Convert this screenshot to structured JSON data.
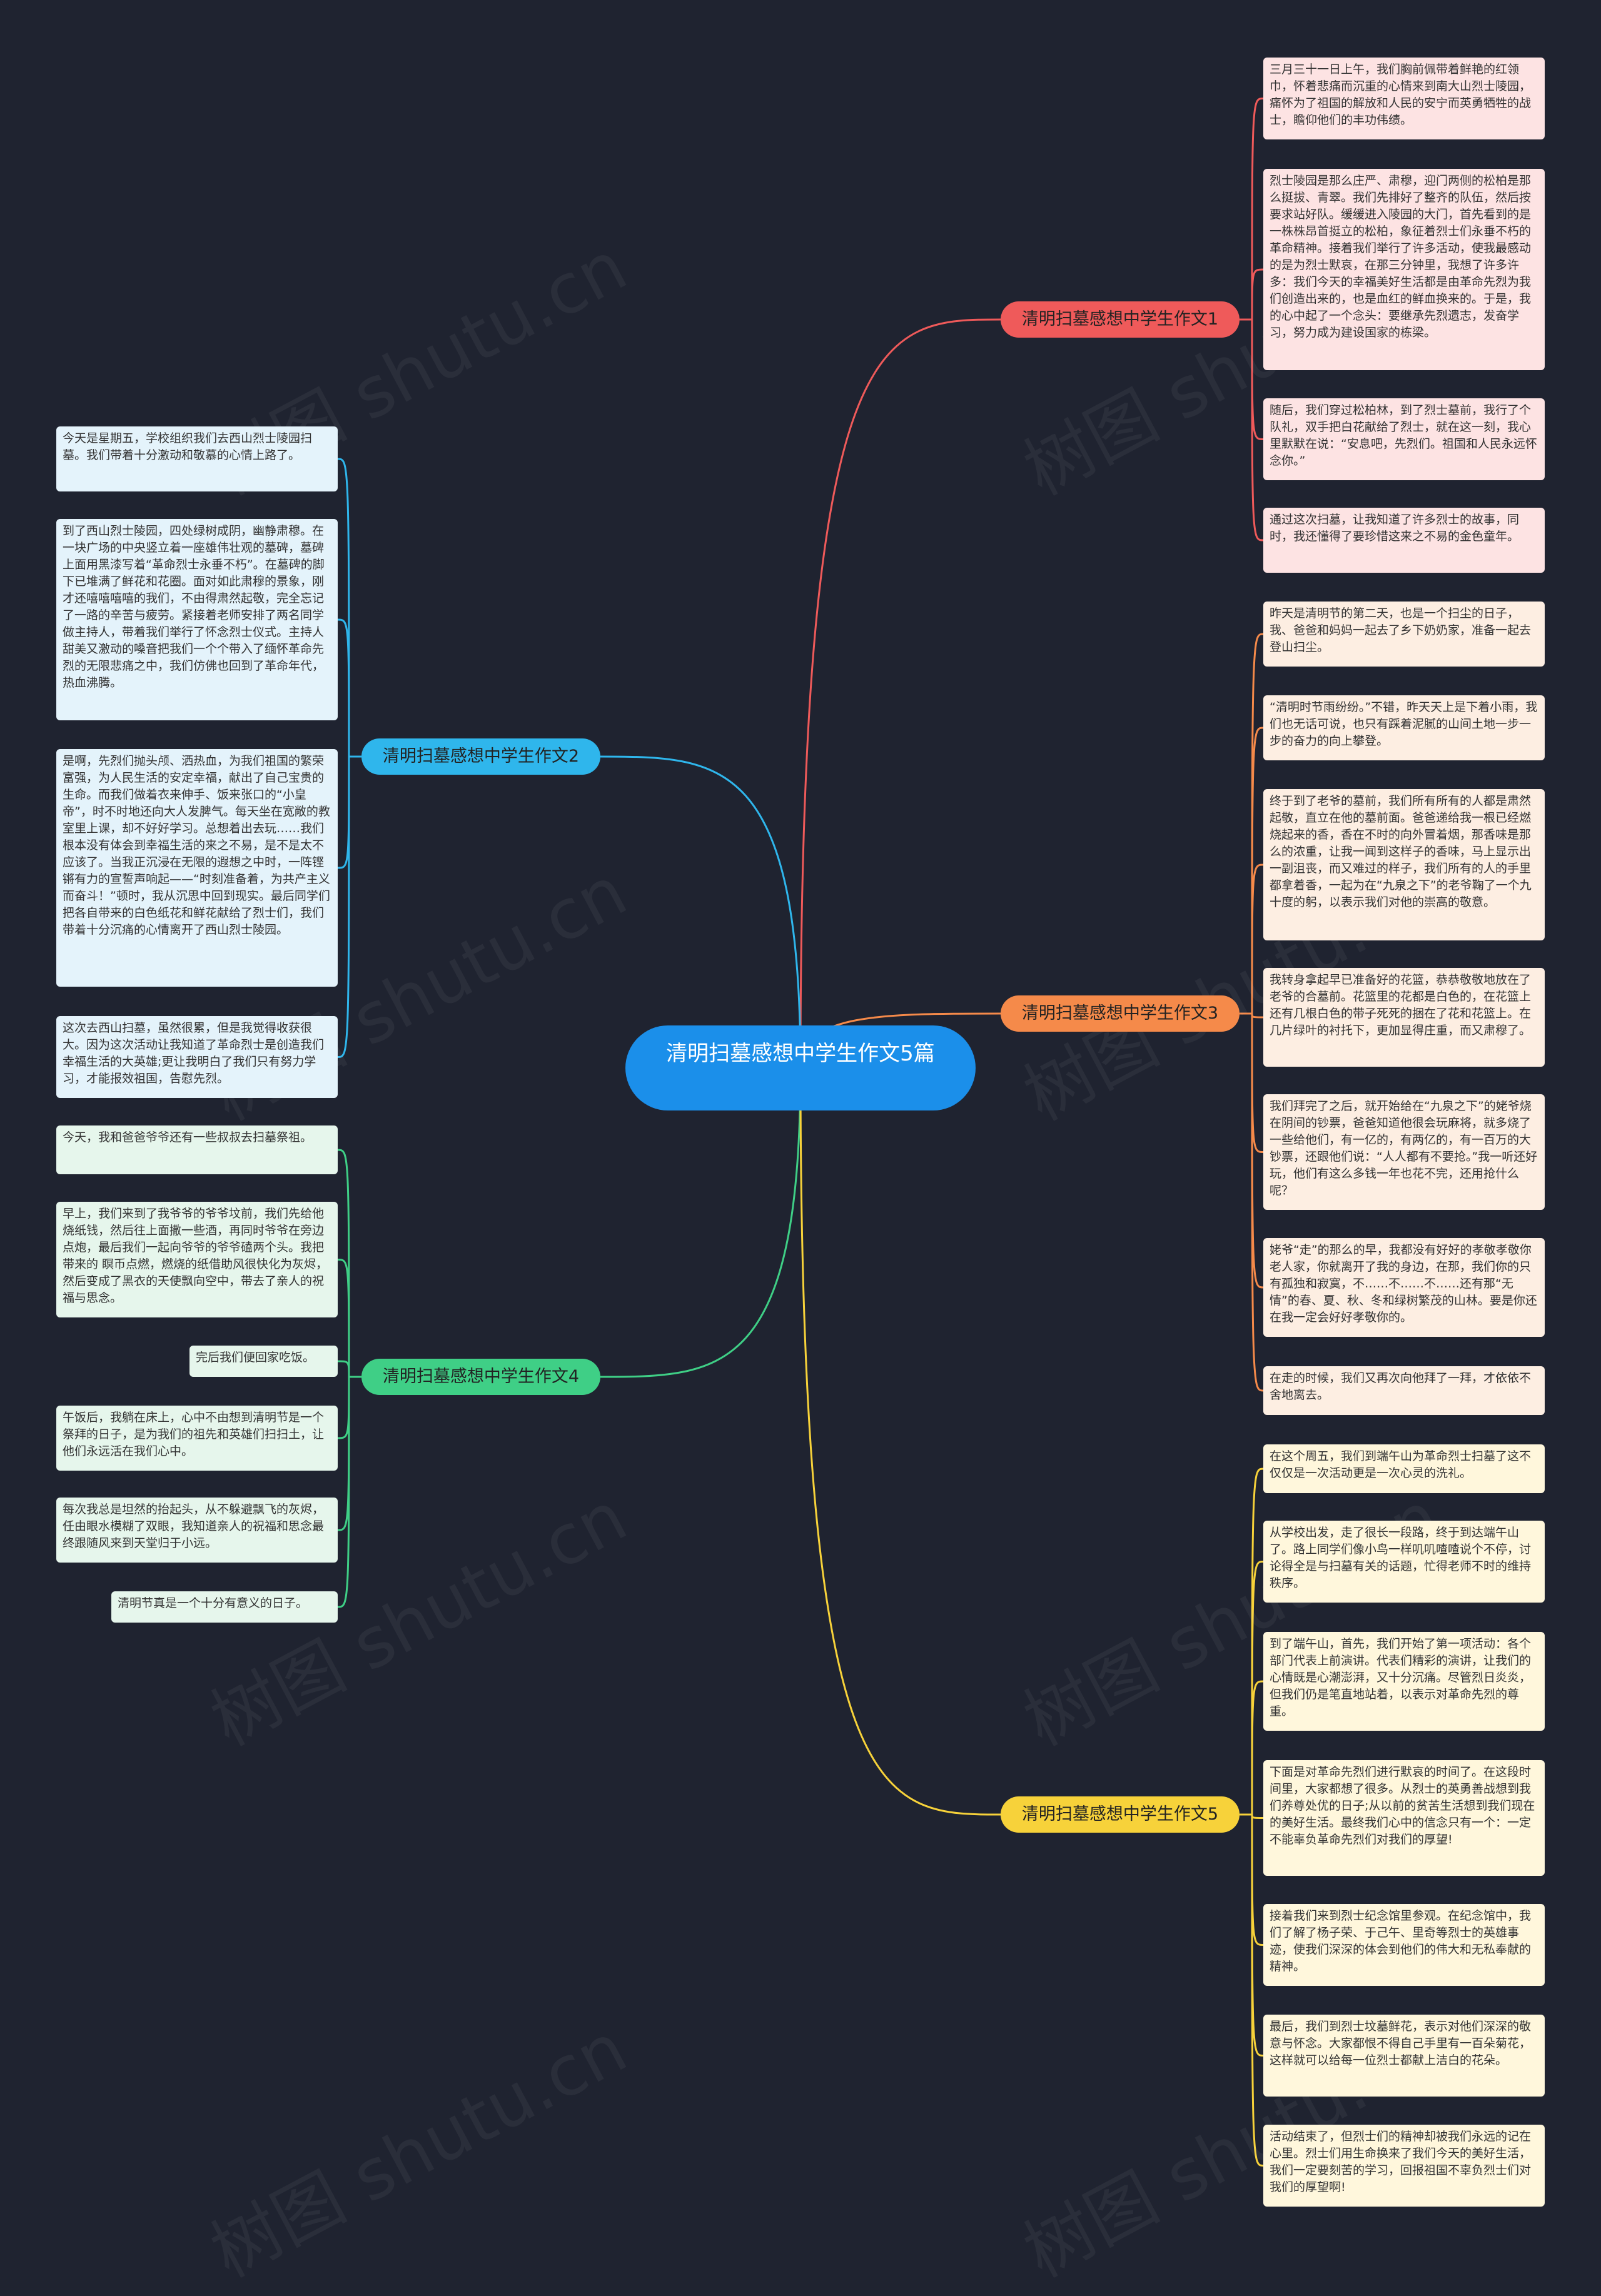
{
  "root": {
    "title": "清明扫墓感想中学生作文5篇"
  },
  "watermark": "树图 shutu.cn",
  "colors": {
    "background": "#1f2330",
    "root": "#1b8fea",
    "branch1": "#ef5a5a",
    "branch2": "#2fb6ec",
    "branch3": "#f58a4a",
    "branch4": "#3fcf86",
    "branch5": "#f7d23a"
  },
  "branches": {
    "b1": {
      "label": "清明扫墓感想中学生作文1",
      "items": [
        "三月三十一日上午，我们胸前佩带着鲜艳的红领巾，怀着悲痛而沉重的心情来到南大山烈士陵园，痛怀为了祖国的解放和人民的安宁而英勇牺牲的战士，瞻仰他们的丰功伟绩。",
        "烈士陵园是那么庄严、肃穆，迎门两侧的松柏是那么挺拔、青翠。我们先排好了整齐的队伍，然后按要求站好队。缓缓进入陵园的大门，首先看到的是一株株昂首挺立的松柏，象征着烈士们永垂不朽的革命精神。接着我们举行了许多活动，使我最感动的是为烈士默哀，在那三分钟里，我想了许多许多：我们今天的幸福美好生活都是由革命先烈为我们创造出来的，也是血红的鲜血换来的。于是，我的心中起了一个念头：要继承先烈遗志，发奋学习，努力成为建设国家的栋梁。",
        "随后，我们穿过松柏林，到了烈士墓前，我行了个队礼，双手把白花献给了烈士，就在这一刻，我心里默默在说：“安息吧，先烈们。祖国和人民永远怀念你。”",
        "通过这次扫墓，让我知道了许多烈士的故事，同时，我还懂得了要珍惜这来之不易的金色童年。"
      ]
    },
    "b2": {
      "label": "清明扫墓感想中学生作文2",
      "items": [
        "今天是星期五，学校组织我们去西山烈士陵园扫墓。我们带着十分激动和敬慕的心情上路了。",
        "到了西山烈士陵园，四处绿树成阴，幽静肃穆。在一块广场的中央竖立着一座雄伟壮观的墓碑，墓碑上面用黑漆写着“革命烈士永垂不朽”。在墓碑的脚下已堆满了鲜花和花圈。面对如此肃穆的景象，刚才还嘻嘻嘻嘻的我们，不由得肃然起敬，完全忘记了一路的辛苦与疲劳。紧接着老师安排了两名同学做主持人，带着我们举行了怀念烈士仪式。主持人甜美又激动的嗓音把我们一个个带入了缅怀革命先烈的无限悲痛之中，我们仿佛也回到了革命年代，热血沸腾。",
        "是啊，先烈们抛头颅、洒热血，为我们祖国的繁荣富强，为人民生活的安定幸福，献出了自己宝贵的生命。而我们做着衣来伸手、饭来张口的“小皇帝”，时不时地还向大人发脾气。每天坐在宽敞的教室里上课，却不好好学习。总想着出去玩……我们根本没有体会到幸福生活的来之不易，是不是太不应该了。当我正沉浸在无限的遐想之中时，一阵铿锵有力的宣誓声响起——“时刻准备着，为共产主义而奋斗！”顿时，我从沉思中回到现实。最后同学们把各自带来的白色纸花和鲜花献给了烈士们，我们带着十分沉痛的心情离开了西山烈士陵园。",
        "这次去西山扫墓，虽然很累，但是我觉得收获很大。因为这次活动让我知道了革命烈士是创造我们幸福生活的大英雄;更让我明白了我们只有努力学习，才能报效祖国，告慰先烈。"
      ]
    },
    "b3": {
      "label": "清明扫墓感想中学生作文3",
      "items": [
        "昨天是清明节的第二天，也是一个扫尘的日子，我、爸爸和妈妈一起去了乡下奶奶家，准备一起去登山扫尘。",
        "“清明时节雨纷纷。”不错，昨天天上是下着小雨，我们也无话可说，也只有踩着泥腻的山间土地一步一步的奋力的向上攀登。",
        "终于到了老爷的墓前，我们所有所有的人都是肃然起敬，直立在他的墓前面。爸爸递给我一根已经燃烧起来的香，香在不时的向外冒着烟，那香味是那么的浓重，让我一闻到这样子的香味，马上显示出一副沮丧，而又难过的样子，我们所有的人的手里都拿着香，一起为在“九泉之下”的老爷鞠了一个九十度的躬，以表示我们对他的崇高的敬意。",
        "我转身拿起早已准备好的花篮，恭恭敬敬地放在了老爷的合墓前。花篮里的花都是白色的，在花篮上还有几根白色的带子死死的捆在了花和花篮上。在几片绿叶的衬托下，更加显得庄重，而又肃穆了。",
        "我们拜完了之后，就开始给在“九泉之下”的姥爷烧在阴间的钞票，爸爸知道他很会玩麻将，就多烧了一些给他们，有一亿的，有两亿的，有一百万的大钞票，还跟他们说：“人人都有不要抢。”我一听还好玩，他们有这么多钱一年也花不完，还用抢什么呢？",
        "姥爷“走”的那么的早，我都没有好好的孝敬孝敬你老人家，你就离开了我的身边，在那，我们你的只有孤独和寂寞，不……不……不……还有那“无情”的春、夏、秋、冬和绿树繁茂的山林。要是你还在我一定会好好孝敬你的。",
        "在走的时候，我们又再次向他拜了一拜，才依依不舍地离去。"
      ]
    },
    "b4": {
      "label": "清明扫墓感想中学生作文4",
      "items": [
        "今天，我和爸爸爷爷还有一些叔叔去扫墓祭祖。",
        "早上，我们来到了我爷爷的爷爷坟前，我们先给他烧纸钱，然后往上面撒一些酒，再同时爷爷在旁边点炮，最后我们一起向爷爷的爷爷磕两个头。我把带来的 瞑币点燃，燃烧的纸借助风很快化为灰烬，然后变成了黑衣的天使飘向空中，带去了亲人的祝福与思念。",
        "完后我们便回家吃饭。",
        "午饭后，我躺在床上，心中不由想到清明节是一个祭拜的日子，是为我们的祖先和英雄们扫扫土，让他们永远活在我们心中。",
        "每次我总是坦然的抬起头，从不躲避飘飞的灰烬，任由眼水模糊了双眼，我知道亲人的祝福和思念最终跟随风来到天堂归于小远。",
        "清明节真是一个十分有意义的日子。"
      ]
    },
    "b5": {
      "label": "清明扫墓感想中学生作文5",
      "items": [
        "在这个周五，我们到端午山为革命烈士扫墓了这不仅仅是一次活动更是一次心灵的洗礼。",
        "从学校出发，走了很长一段路，终于到达端午山了。路上同学们像小鸟一样叽叽喳喳说个不停，讨论得全是与扫墓有关的话题，忙得老师不时的维持秩序。",
        "到了端午山，首先，我们开始了第一项活动：各个部门代表上前演讲。代表们精彩的演讲，让我们的心情既是心潮澎湃，又十分沉痛。尽管烈日炎炎，但我们仍是笔直地站着，以表示对革命先烈的尊重。",
        "下面是对革命先烈们进行默哀的时间了。在这段时间里，大家都想了很多。从烈士的英勇善战想到我们养尊处优的日子;从以前的贫苦生活想到我们现在的美好生活。最终我们心中的信念只有一个：一定不能辜负革命先烈们对我们的厚望!",
        "接着我们来到烈士纪念馆里参观。在纪念馆中，我们了解了杨子荣、于己午、里奇等烈士的英雄事迹，使我们深深的体会到他们的伟大和无私奉献的精神。",
        "最后，我们到烈士坟墓鲜花，表示对他们深深的敬意与怀念。大家都恨不得自己手里有一百朵菊花，这样就可以给每一位烈士都献上洁白的花朵。",
        "活动结束了，但烈士们的精神却被我们永远的记在心里。烈士们用生命换来了我们今天的美好生活，我们一定要刻苦的学习，回报祖国不辜负烈士们对我们的厚望啊!"
      ]
    }
  }
}
